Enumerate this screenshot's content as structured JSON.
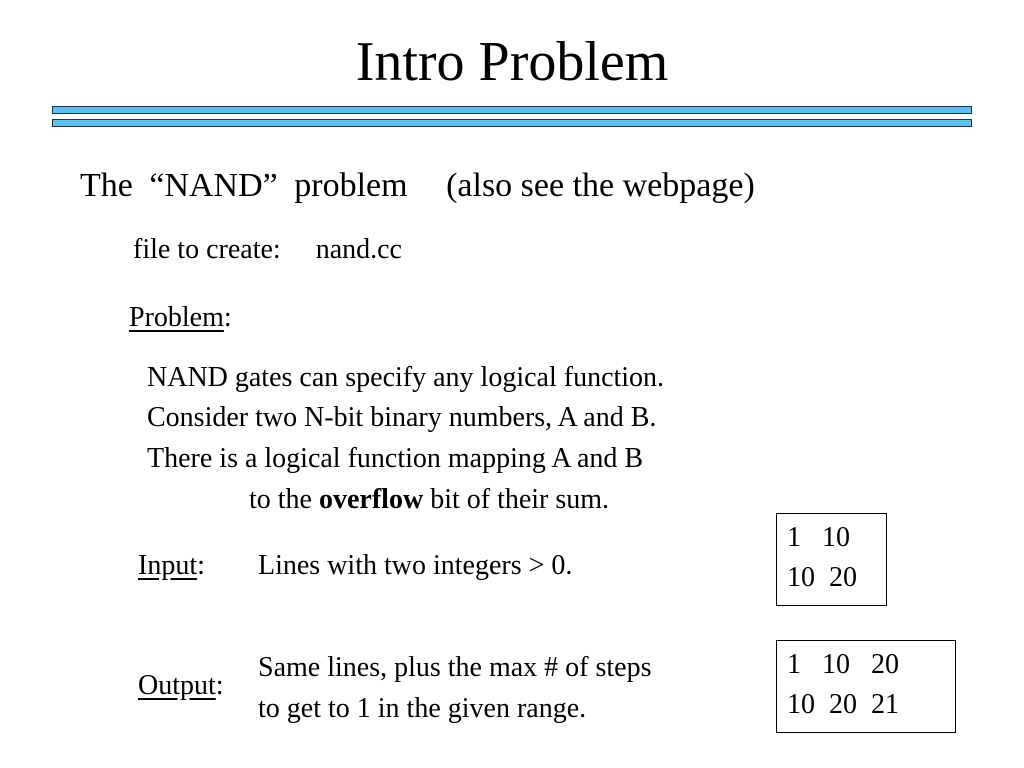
{
  "slide": {
    "title": "Intro Problem",
    "accent_color": "#5bc0eb",
    "heading": {
      "the": "The",
      "name": "“NAND”",
      "problem": "problem",
      "note": "(also see the webpage)"
    },
    "file_label": "file to create:",
    "file_value": "nand.cc",
    "problem_label": "Problem",
    "problem_colon": ":",
    "description": {
      "line1": "NAND gates can specify any logical function.",
      "line2": "Consider two N-bit binary numbers, A and B.",
      "line3": "There is a logical function mapping A and B",
      "line4_pre": "to the",
      "line4_bold": "overflow",
      "line4_post": "bit of their sum."
    },
    "input_label": "Input",
    "input_colon": ":",
    "input_text": "Lines with two integers > 0.",
    "input_example": [
      "1   10",
      "10  20"
    ],
    "output_label": "Output",
    "output_colon": ":",
    "output_text_line1": "Same lines, plus the max # of steps",
    "output_text_line2": "to get to 1 in the given range.",
    "output_example": [
      "1   10   20",
      "10  20  21"
    ]
  }
}
